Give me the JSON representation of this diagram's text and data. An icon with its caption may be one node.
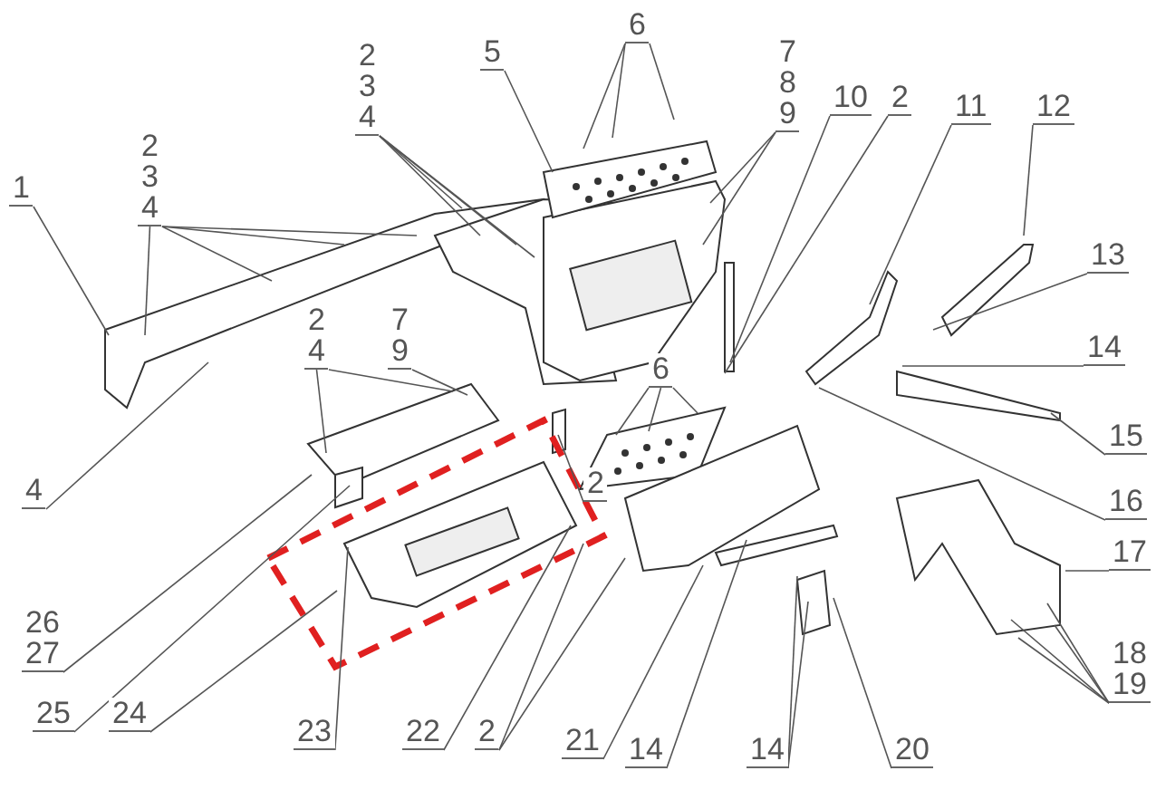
{
  "diagram": {
    "nodes": [
      {
        "text": [
          "1"
        ]
      },
      {
        "text": [
          "2",
          "3",
          "4"
        ]
      },
      {
        "text": [
          "2",
          "3",
          "4"
        ]
      },
      {
        "text": [
          "5"
        ]
      },
      {
        "text": [
          "6"
        ]
      },
      {
        "text": [
          "7",
          "8",
          "9"
        ]
      },
      {
        "text": [
          "10"
        ]
      },
      {
        "text": [
          "2"
        ]
      },
      {
        "text": [
          "11"
        ]
      },
      {
        "text": [
          "12"
        ]
      },
      {
        "text": [
          "13"
        ]
      },
      {
        "text": [
          "14"
        ]
      },
      {
        "text": [
          "15"
        ]
      },
      {
        "text": [
          "16"
        ]
      },
      {
        "text": [
          "17"
        ]
      },
      {
        "text": [
          "18",
          "19"
        ]
      },
      {
        "text": [
          "4"
        ]
      },
      {
        "text": [
          "2",
          "4"
        ]
      },
      {
        "text": [
          "7",
          "9"
        ]
      },
      {
        "text": [
          "6"
        ]
      },
      {
        "text": [
          "2"
        ]
      },
      {
        "text": [
          "26",
          "27"
        ]
      },
      {
        "text": [
          "25"
        ]
      },
      {
        "text": [
          "24"
        ]
      },
      {
        "text": [
          "23"
        ]
      },
      {
        "text": [
          "22"
        ]
      },
      {
        "text": [
          "2"
        ]
      },
      {
        "text": [
          "21"
        ]
      },
      {
        "text": [
          "14"
        ]
      },
      {
        "text": [
          "14"
        ]
      },
      {
        "text": [
          "20"
        ]
      }
    ],
    "edges": [
      {
        "from": 0,
        "to": null,
        "arrow": "none"
      },
      {
        "from": 1,
        "to": null,
        "arrow": "none"
      },
      {
        "from": 1,
        "to": null,
        "arrow": "none"
      },
      {
        "from": 1,
        "to": null,
        "arrow": "none"
      },
      {
        "from": 1,
        "to": null,
        "arrow": "none"
      },
      {
        "from": 2,
        "to": null,
        "arrow": "none"
      },
      {
        "from": 2,
        "to": null,
        "arrow": "none"
      },
      {
        "from": 2,
        "to": null,
        "arrow": "none"
      },
      {
        "from": 2,
        "to": null,
        "arrow": "none"
      },
      {
        "from": 3,
        "to": null,
        "arrow": "none"
      },
      {
        "from": 4,
        "to": null,
        "arrow": "none"
      },
      {
        "from": 4,
        "to": null,
        "arrow": "none"
      },
      {
        "from": 4,
        "to": null,
        "arrow": "none"
      },
      {
        "from": 5,
        "to": null,
        "arrow": "none"
      },
      {
        "from": 5,
        "to": null,
        "arrow": "none"
      },
      {
        "from": 6,
        "to": null,
        "arrow": "none"
      },
      {
        "from": 7,
        "to": null,
        "arrow": "none"
      },
      {
        "from": 8,
        "to": null,
        "arrow": "none"
      },
      {
        "from": 9,
        "to": null,
        "arrow": "none"
      },
      {
        "from": 10,
        "to": null,
        "arrow": "none"
      },
      {
        "from": 11,
        "to": null,
        "arrow": "none"
      },
      {
        "from": 12,
        "to": null,
        "arrow": "none"
      },
      {
        "from": 13,
        "to": null,
        "arrow": "none"
      },
      {
        "from": 14,
        "to": null,
        "arrow": "none"
      },
      {
        "from": 15,
        "to": null,
        "arrow": "none"
      },
      {
        "from": 15,
        "to": null,
        "arrow": "none"
      },
      {
        "from": 15,
        "to": null,
        "arrow": "none"
      },
      {
        "from": 15,
        "to": null,
        "arrow": "none"
      },
      {
        "from": 16,
        "to": null,
        "arrow": "none"
      },
      {
        "from": 17,
        "to": null,
        "arrow": "none"
      },
      {
        "from": 17,
        "to": null,
        "arrow": "none"
      },
      {
        "from": 18,
        "to": null,
        "arrow": "none"
      },
      {
        "from": 19,
        "to": null,
        "arrow": "none"
      },
      {
        "from": 19,
        "to": null,
        "arrow": "none"
      },
      {
        "from": 19,
        "to": null,
        "arrow": "none"
      },
      {
        "from": 20,
        "to": null,
        "arrow": "none"
      },
      {
        "from": 21,
        "to": null,
        "arrow": "none"
      },
      {
        "from": 22,
        "to": null,
        "arrow": "none"
      },
      {
        "from": 23,
        "to": null,
        "arrow": "none"
      },
      {
        "from": 24,
        "to": null,
        "arrow": "none"
      },
      {
        "from": 25,
        "to": null,
        "arrow": "none"
      },
      {
        "from": 26,
        "to": null,
        "arrow": "none"
      },
      {
        "from": 26,
        "to": null,
        "arrow": "none"
      },
      {
        "from": 27,
        "to": null,
        "arrow": "none"
      },
      {
        "from": 28,
        "to": null,
        "arrow": "none"
      },
      {
        "from": 29,
        "to": null,
        "arrow": "none"
      },
      {
        "from": 29,
        "to": null,
        "arrow": "none"
      },
      {
        "from": 30,
        "to": null,
        "arrow": "none"
      }
    ]
  }
}
